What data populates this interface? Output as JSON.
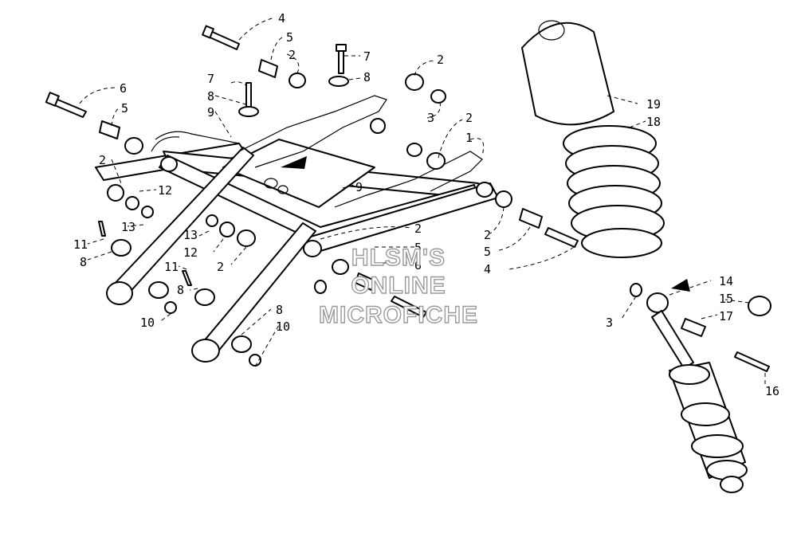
{
  "diagram": {
    "callouts": {
      "c4a": "4",
      "c5a": "5",
      "c2a": "2",
      "c7a": "7",
      "c8a": "8",
      "c2b": "2",
      "c6a": "6",
      "c5b": "5",
      "c7b": "7",
      "c8b": "8",
      "c9a": "9",
      "c3a": "3",
      "c2c": "2",
      "c1": "1",
      "c19": "19",
      "c18": "18",
      "c2d": "2",
      "c12a": "12",
      "c13a": "13",
      "c9b": "9",
      "c13b": "13",
      "c12b": "12",
      "c2e": "2",
      "c11a": "11",
      "c8c": "8",
      "c11b": "11",
      "c8d": "8",
      "c10a": "10",
      "c8e": "8",
      "c10b": "10",
      "c2f": "2",
      "c5c": "5",
      "c6b": "6",
      "c2g": "2",
      "c5d": "5",
      "c4b": "4",
      "c14": "14",
      "c15": "15",
      "c17": "17",
      "c3b": "3",
      "c16": "16"
    },
    "watermark": [
      "HLSM'S",
      "ONLINE",
      "MICROFICHE"
    ]
  }
}
